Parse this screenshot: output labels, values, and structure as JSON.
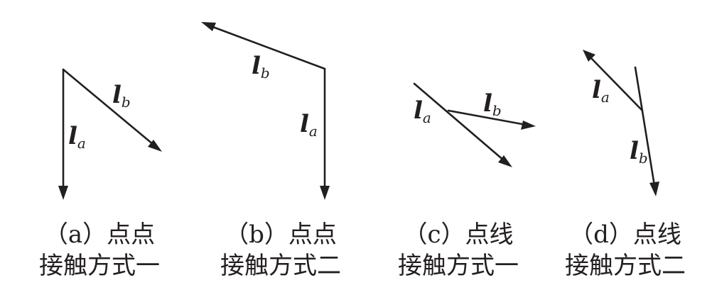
{
  "diagram": {
    "panels": [
      {
        "id": "a",
        "label_a": {
          "symbol": "l",
          "subscript": "a"
        },
        "label_b": {
          "symbol": "l",
          "subscript": "b"
        },
        "caption_line1": "（a）点点",
        "caption_line2": "接触方式一"
      },
      {
        "id": "b",
        "label_a": {
          "symbol": "l",
          "subscript": "a"
        },
        "label_b": {
          "symbol": "l",
          "subscript": "b"
        },
        "caption_line1": "（b）点点",
        "caption_line2": "接触方式二"
      },
      {
        "id": "c",
        "label_a": {
          "symbol": "l",
          "subscript": "a"
        },
        "label_b": {
          "symbol": "l",
          "subscript": "b"
        },
        "caption_line1": "（c）点线",
        "caption_line2": "接触方式一"
      },
      {
        "id": "d",
        "label_a": {
          "symbol": "l",
          "subscript": "a"
        },
        "label_b": {
          "symbol": "l",
          "subscript": "b"
        },
        "caption_line1": "（d）点线",
        "caption_line2": "接触方式二"
      }
    ],
    "line_color": "#231f20"
  }
}
